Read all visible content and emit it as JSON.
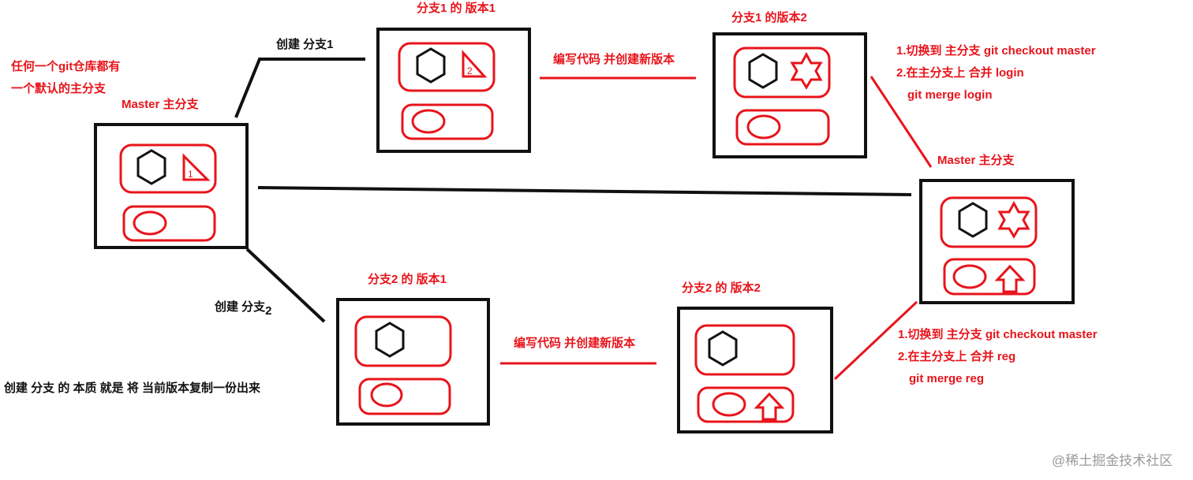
{
  "title": "Git branch creation and merge diagram",
  "colors": {
    "red": "#e8141b",
    "black": "#111111",
    "watermark": "#9a9a9a"
  },
  "annotations": {
    "default_branch_line1": "任何一个git仓库都有",
    "default_branch_line2": "一个默认的主分支",
    "create_branch1": "创建 分支1",
    "create_branch2": "创建 分支",
    "create_branch2_suffix": "2",
    "branch_essence": "创建 分支 的 本质 就是 将 当前版本复制一份出来",
    "write_code_top": "编写代码 并创建新版本",
    "write_code_bottom": "编写代码 并创建新版本",
    "merge_login": {
      "step1": "1.切换到 主分支 git checkout master",
      "step2": "2.在主分支上 合并 login",
      "command": "git merge login"
    },
    "merge_reg": {
      "step1": "1.切换到 主分支 git checkout master",
      "step2": "2.在主分支上 合并 reg",
      "command": "git merge reg"
    }
  },
  "nodes": [
    {
      "id": "master-initial",
      "label": "Master 主分支",
      "top_shapes": [
        "hexagon",
        "triangle-1"
      ],
      "bottom_shapes": [
        "circle"
      ]
    },
    {
      "id": "branch1-v1",
      "label": "分支1 的 版本1",
      "top_shapes": [
        "hexagon",
        "triangle-2"
      ],
      "bottom_shapes": [
        "circle"
      ]
    },
    {
      "id": "branch1-v2",
      "label": "分支1 的版本2",
      "top_shapes": [
        "hexagon",
        "star"
      ],
      "bottom_shapes": [
        "circle"
      ]
    },
    {
      "id": "master-merged",
      "label": "Master 主分支",
      "top_shapes": [
        "hexagon",
        "star"
      ],
      "bottom_shapes": [
        "circle",
        "up-arrow"
      ]
    },
    {
      "id": "branch2-v1",
      "label": "分支2 的 版本1",
      "top_shapes": [
        "hexagon"
      ],
      "bottom_shapes": [
        "circle"
      ]
    },
    {
      "id": "branch2-v2",
      "label": "分支2 的 版本2",
      "top_shapes": [
        "hexagon"
      ],
      "bottom_shapes": [
        "circle",
        "up-arrow"
      ]
    }
  ],
  "edges": [
    {
      "from": "master-initial",
      "to": "branch1-v1",
      "label": "创建 分支1",
      "color": "black"
    },
    {
      "from": "branch1-v1",
      "to": "branch1-v2",
      "label": "编写代码 并创建新版本",
      "color": "red"
    },
    {
      "from": "branch1-v2",
      "to": "master-merged",
      "label": "git merge login",
      "color": "red"
    },
    {
      "from": "master-initial",
      "to": "master-merged",
      "label": "",
      "color": "black"
    },
    {
      "from": "master-initial",
      "to": "branch2-v1",
      "label": "创建 分支2",
      "color": "black"
    },
    {
      "from": "branch2-v1",
      "to": "branch2-v2",
      "label": "编写代码 并创建新版本",
      "color": "red"
    },
    {
      "from": "branch2-v2",
      "to": "master-merged",
      "label": "git merge reg",
      "color": "red"
    }
  ],
  "watermark": "@稀土掘金技术社区"
}
